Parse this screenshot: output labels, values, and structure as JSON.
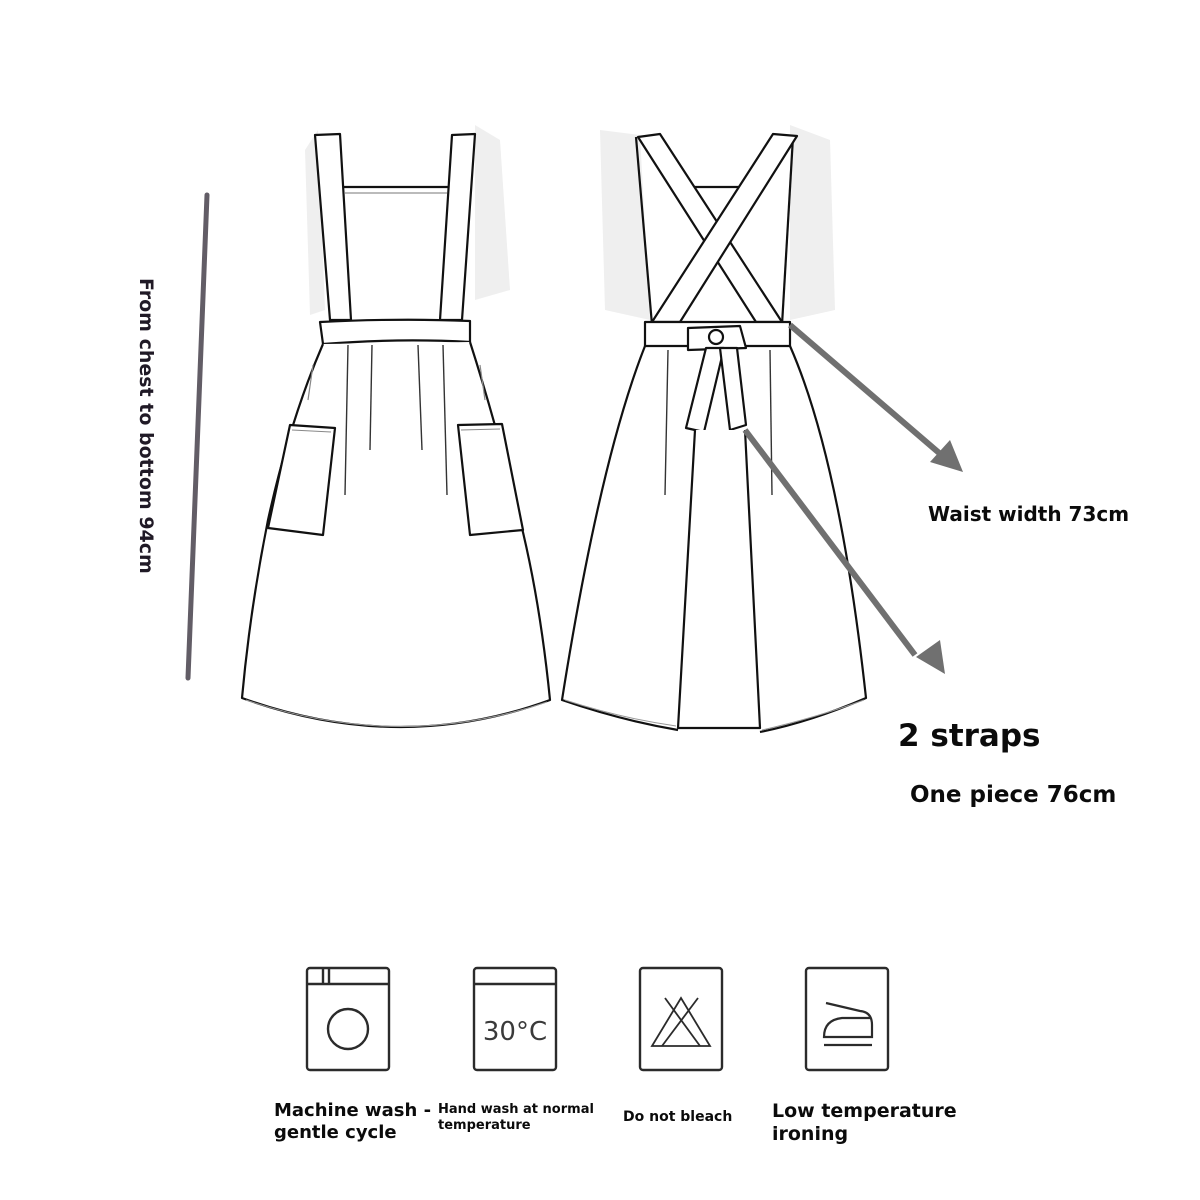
{
  "diagram": {
    "title": "Apron size and care diagram",
    "views": [
      {
        "name": "front-view",
        "description": "Front of apron with square straps, waistband and two patch pockets"
      },
      {
        "name": "back-view",
        "description": "Back of apron with crossed straps, waistband tied in a bow and open back panel"
      }
    ],
    "measurements": {
      "length": "From chest to bottom 94cm",
      "waist": "Waist width 73cm",
      "straps_count": "2 straps",
      "strap_length": "One piece 76cm"
    },
    "colors": {
      "outline": "#111111",
      "arrow": "#6e6e6e",
      "measure_line": "#5f5a63",
      "shadow": "#eeeeee"
    },
    "care": [
      {
        "icon": "machine-wash-icon",
        "label": "Machine wash - gentle cycle",
        "line1": "Machine wash -",
        "line2": "gentle cycle"
      },
      {
        "icon": "hand-wash-30-icon",
        "label": "Hand wash at normal temperature",
        "line1": "Hand wash at normal",
        "line2": "temperature",
        "icon_text": "30°C"
      },
      {
        "icon": "no-bleach-icon",
        "label": "Do not bleach",
        "line1": "Do not bleach",
        "line2": ""
      },
      {
        "icon": "low-temp-iron-icon",
        "label": "Low temperature ironing",
        "line1": "Low temperature",
        "line2": "ironing"
      }
    ]
  }
}
